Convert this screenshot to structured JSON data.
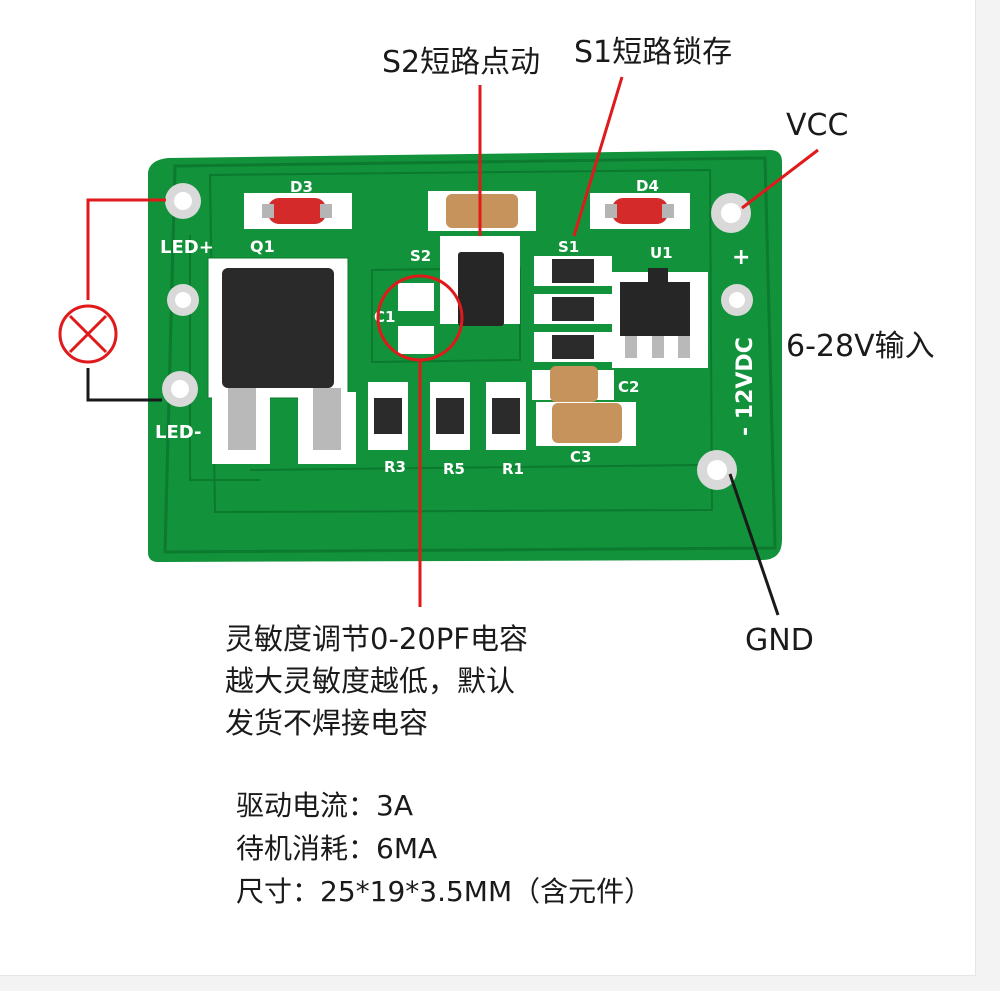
{
  "annotations": {
    "s2": "S2短路点动",
    "s1": "S1短路锁存",
    "vcc": "VCC",
    "input": "6-28V输入",
    "gnd": "GND"
  },
  "note_lines": [
    "灵敏度调节0-20PF电容",
    "越大灵敏度越低，默认",
    "发货不焊接电容"
  ],
  "spec_lines": [
    "驱动电流：3A",
    "待机消耗：6MA",
    "尺寸：25*19*3.5MM（含元件）"
  ],
  "silkscreen": {
    "led_plus": "LED+",
    "led_minus": "LED-",
    "q1": "Q1",
    "d3": "D3",
    "d4": "D4",
    "s2": "S2",
    "s1": "S1",
    "u1": "U1",
    "c1": "C1",
    "c2": "C2",
    "c3": "C3",
    "r3": "R3",
    "r5": "R5",
    "r1": "R1",
    "plus": "+",
    "voltage": "- 12VDC"
  },
  "colors": {
    "pcb": "#12923a",
    "pcb_dark": "#0b7a2e",
    "annotation_red": "#e0191b",
    "pad": "#e6e6e6"
  }
}
